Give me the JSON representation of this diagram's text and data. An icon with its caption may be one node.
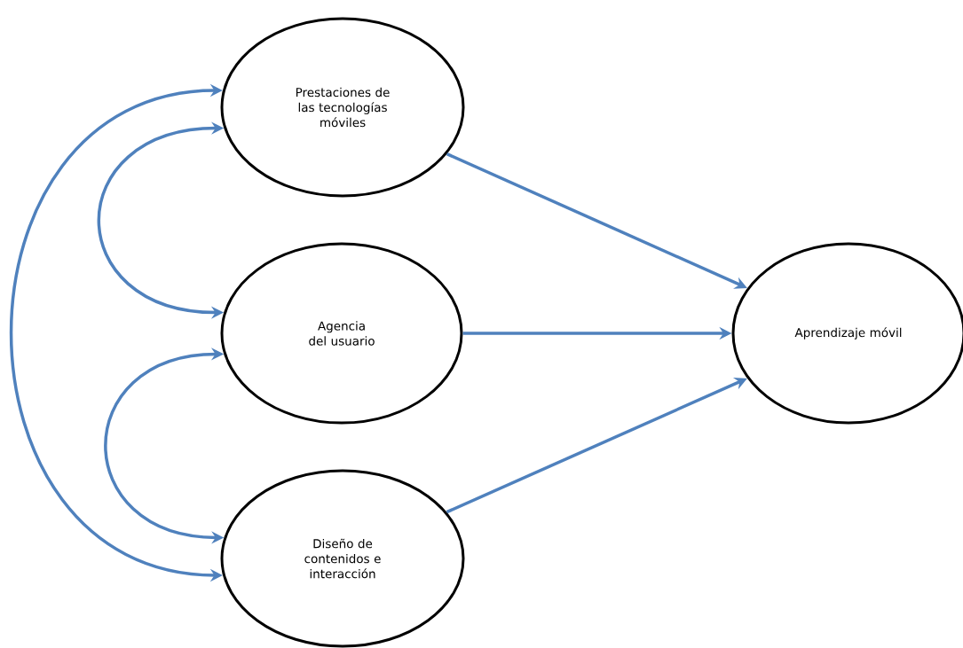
{
  "diagram": {
    "nodes": [
      {
        "text": [
          "Prestaciones de las tecnologías móviles"
        ]
      },
      {
        "text": [
          "Agencia del usuario"
        ]
      },
      {
        "text": [
          "Diseño de contenidos e interacción"
        ]
      },
      {
        "text": [
          "Aprendizaje móvil"
        ]
      }
    ],
    "edges": [
      {
        "from": 0,
        "to": 3,
        "arrow": "to"
      },
      {
        "from": 1,
        "to": 3,
        "arrow": "to"
      },
      {
        "from": 2,
        "to": 3,
        "arrow": "to"
      },
      {
        "from": 0,
        "to": 1,
        "arrow": "both"
      },
      {
        "from": 1,
        "to": 2,
        "arrow": "both"
      },
      {
        "from": 0,
        "to": 2,
        "arrow": "both"
      }
    ]
  }
}
